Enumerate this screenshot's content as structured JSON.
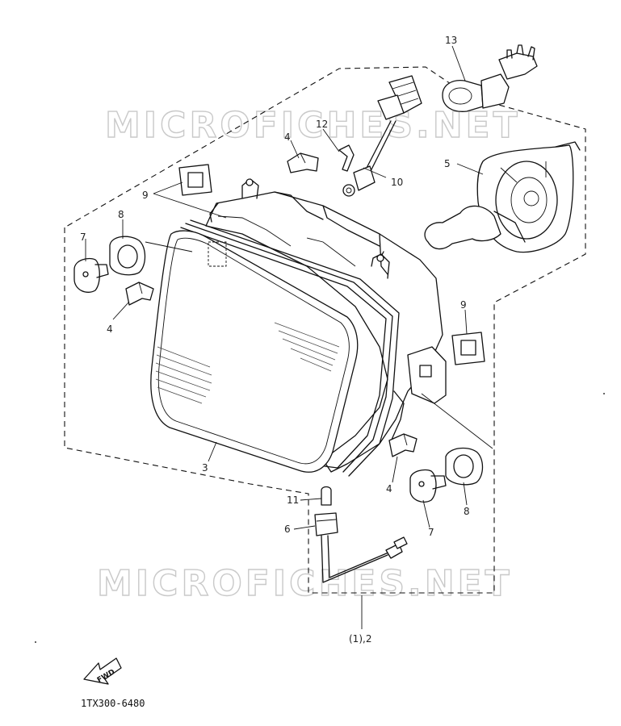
{
  "watermarks": [
    "MICROFICHES.NET",
    "MICROFICHES.NET"
  ],
  "callouts": {
    "c13": "13",
    "c12": "12",
    "c10": "10",
    "c5": "5",
    "c4_top": "4",
    "c9_left": "9",
    "c8_left": "8",
    "c7_left": "7",
    "c4_left": "4",
    "c9_right": "9",
    "c3": "3",
    "c4_bottom": "4",
    "c8_right": "8",
    "c7_right": "7",
    "c11": "11",
    "c6": "6",
    "c_assy": "(1),2"
  },
  "fwd_label": "FWD",
  "diagram_code": "1TX300-6480"
}
